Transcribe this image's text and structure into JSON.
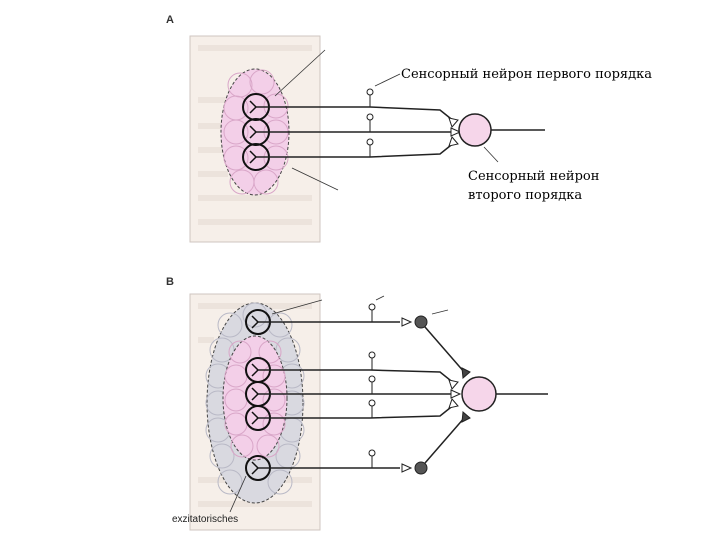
{
  "panel_a": {
    "letter": "A",
    "label_first_order": "Сенсорный нейрон первого порядка",
    "label_second_order_line1": "Сенсорный нейрон",
    "label_second_order_line2": "второго порядка",
    "skin_color": "#f6efe9",
    "field_color": "#f3cfe8"
  },
  "panel_b": {
    "letter": "B",
    "label_excitatory": "exzitatorisches",
    "outer_field_color": "#d9d9e0",
    "inner_field_color": "#f3cfe8",
    "inhibitory_color": "#555555"
  },
  "colors": {
    "line": "#222222",
    "neuron_fill": "#f6d6ea"
  }
}
